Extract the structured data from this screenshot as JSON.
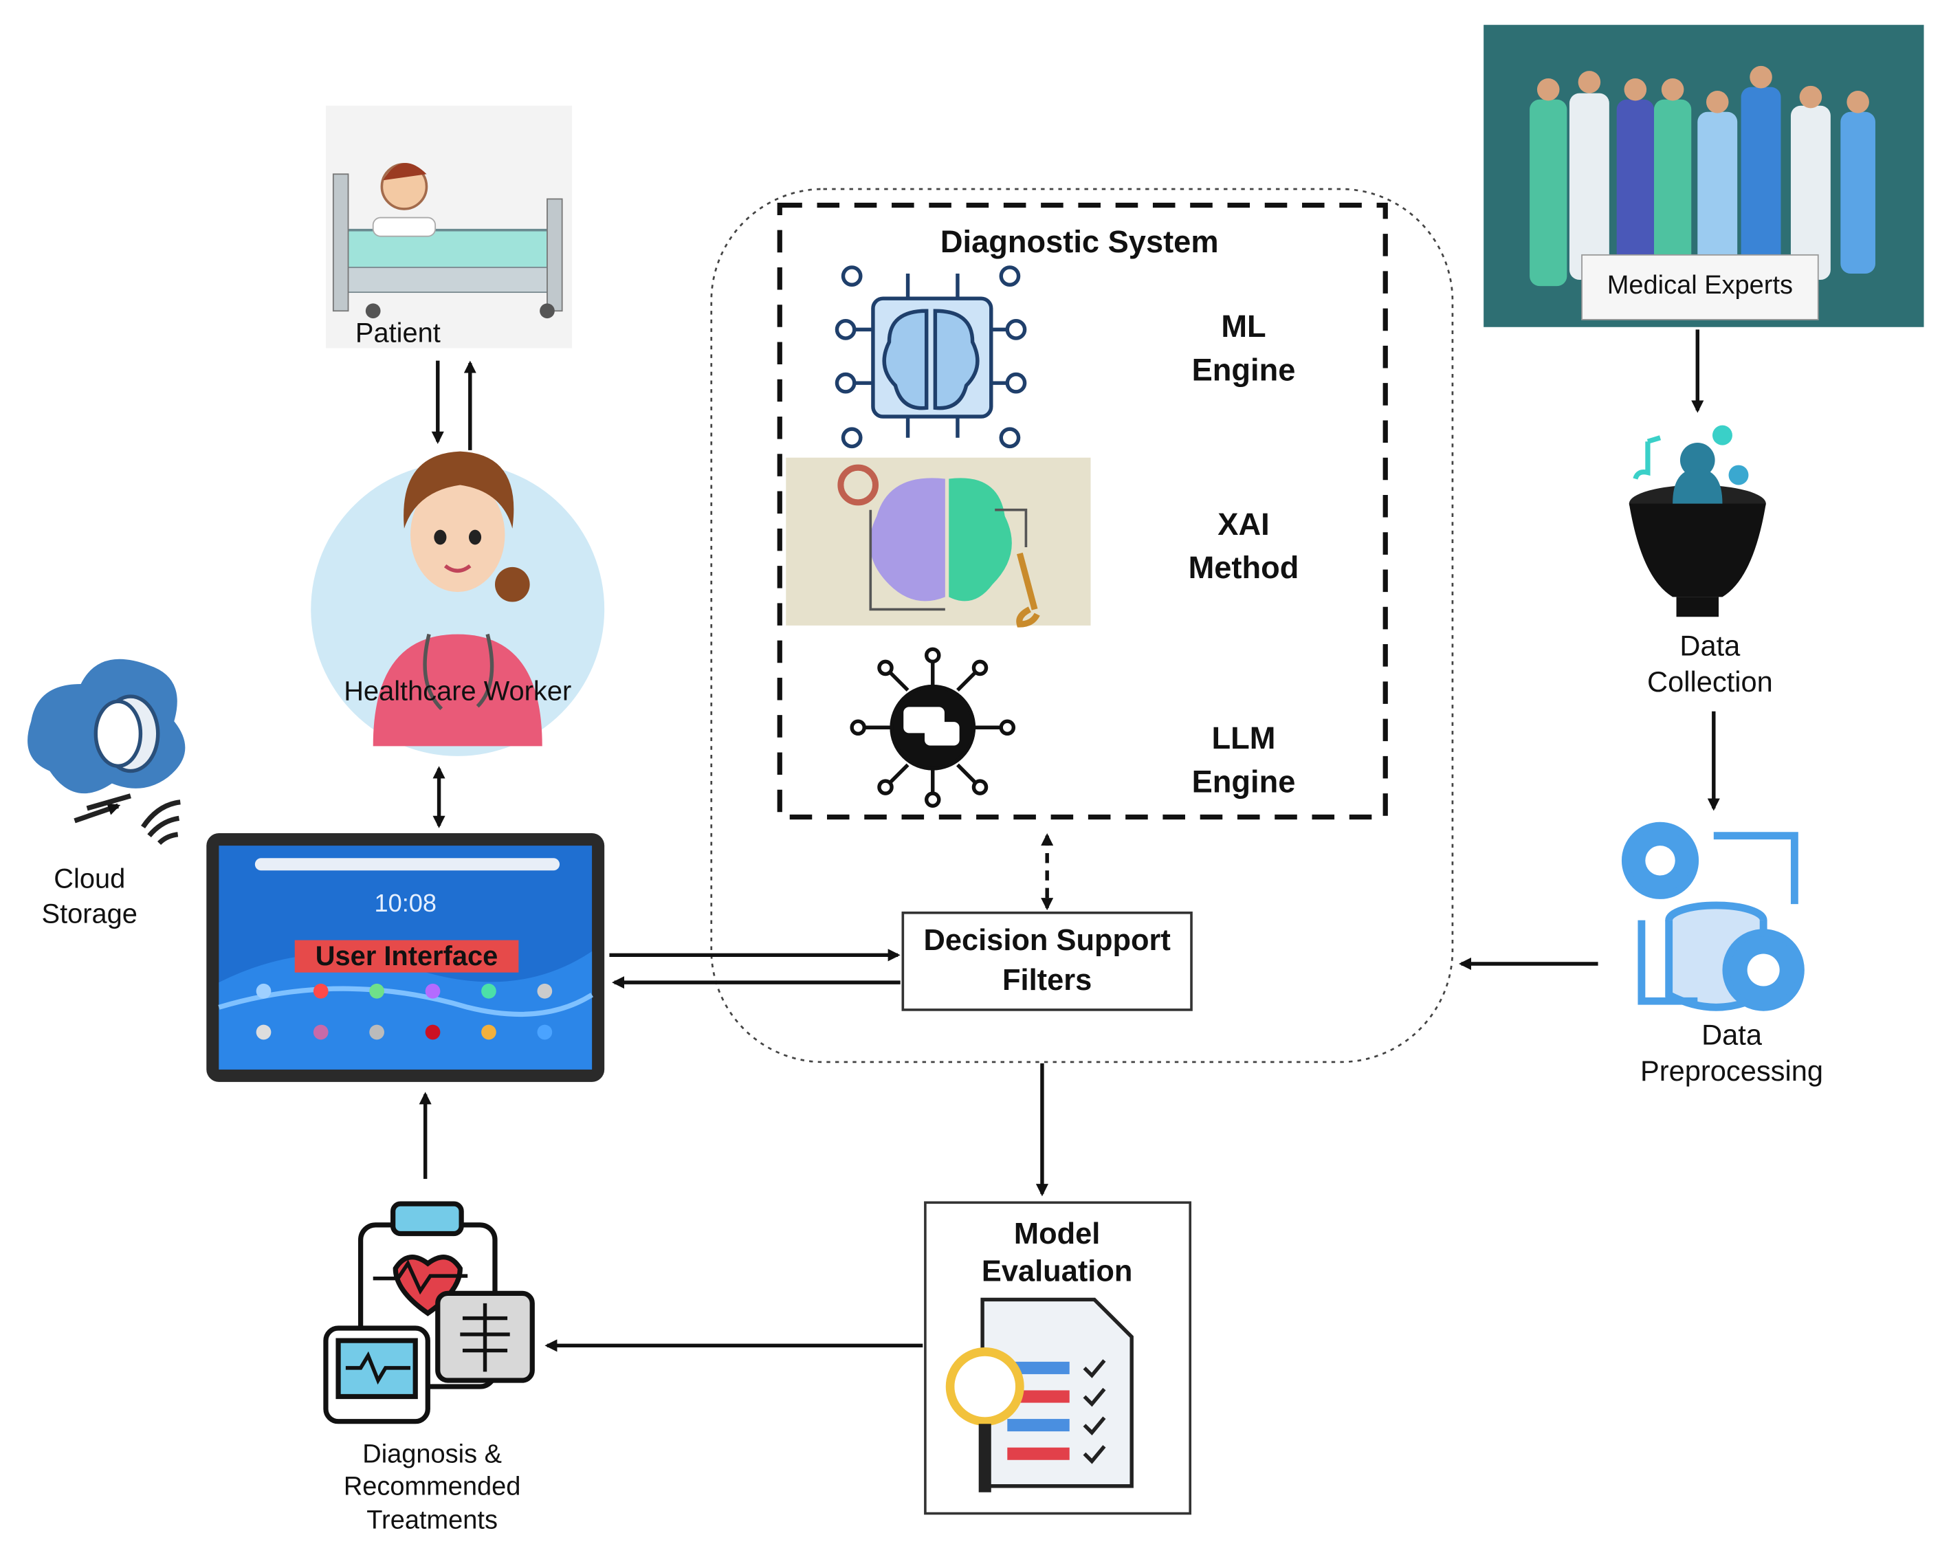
{
  "diagram": {
    "patient_label": "Patient",
    "healthcare_worker_label": "Healthcare Worker",
    "cloud_storage_label": "Cloud\nStorage",
    "user_interface_label": "User Interface",
    "tablet_clock": "10:08",
    "diagnostic_system_title": "Diagnostic System",
    "ml_engine_label": "ML\nEngine",
    "xai_method_label": "XAI\nMethod",
    "llm_engine_label": "LLM\nEngine",
    "decision_support_label": "Decision Support\nFilters",
    "medical_experts_label": "Medical Experts",
    "data_collection_label": "Data\nCollection",
    "data_preprocessing_label": "Data\nPreprocessing",
    "model_evaluation_label": "Model\nEvaluation",
    "diagnosis_label": "Diagnosis &\nRecommended\nTreatments"
  },
  "colors": {
    "accent_blue": "#4a9fe8",
    "teal_panel": "#2e6f73",
    "tablet_screen": "#1f6fd1",
    "ui_label_bg": "#e64a4a",
    "healthcare_circle": "#cfe9f6"
  }
}
